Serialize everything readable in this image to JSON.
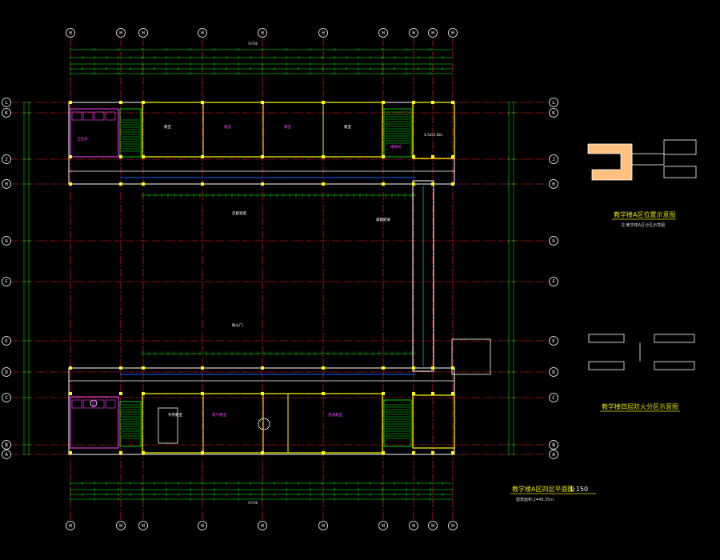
{
  "drawing": {
    "main_title": "教学楼A区四层平面图",
    "main_scale": "1:150",
    "main_area": "建筑面积:2448.35m",
    "detail1_title": "教学楼A区位置示意图",
    "detail1_note": "注:教学楼A区分区示意图",
    "detail2_title": "教学楼四层防火分区示意图",
    "top_total_dim": "59700",
    "bottom_total_dim": "59700",
    "room_labels": [
      "教室",
      "教室",
      "教室",
      "教室",
      "普通教室",
      "电气教室",
      "专用教室",
      "卫生间",
      "楼梯间",
      "4.52/1.8m"
    ],
    "notes": [
      "走廊宽度",
      "防火门",
      "疏散距离"
    ]
  },
  "grid": {
    "columns": [
      "H",
      "H",
      "H",
      "H",
      "H",
      "H",
      "H",
      "H",
      "H",
      "H"
    ],
    "rows": [
      "L",
      "K",
      "J",
      "H",
      "G",
      "F",
      "E",
      "D",
      "C",
      "B",
      "A"
    ]
  },
  "colors": {
    "background": "#000000",
    "grid_line": "#ff2020",
    "dim_line": "#00ff00",
    "wall": "#ffffff",
    "column": "#ffff00",
    "room_text": "#ff40ff",
    "title": "#e0e000",
    "window": "#00e5ff",
    "door": "#0060ff"
  }
}
